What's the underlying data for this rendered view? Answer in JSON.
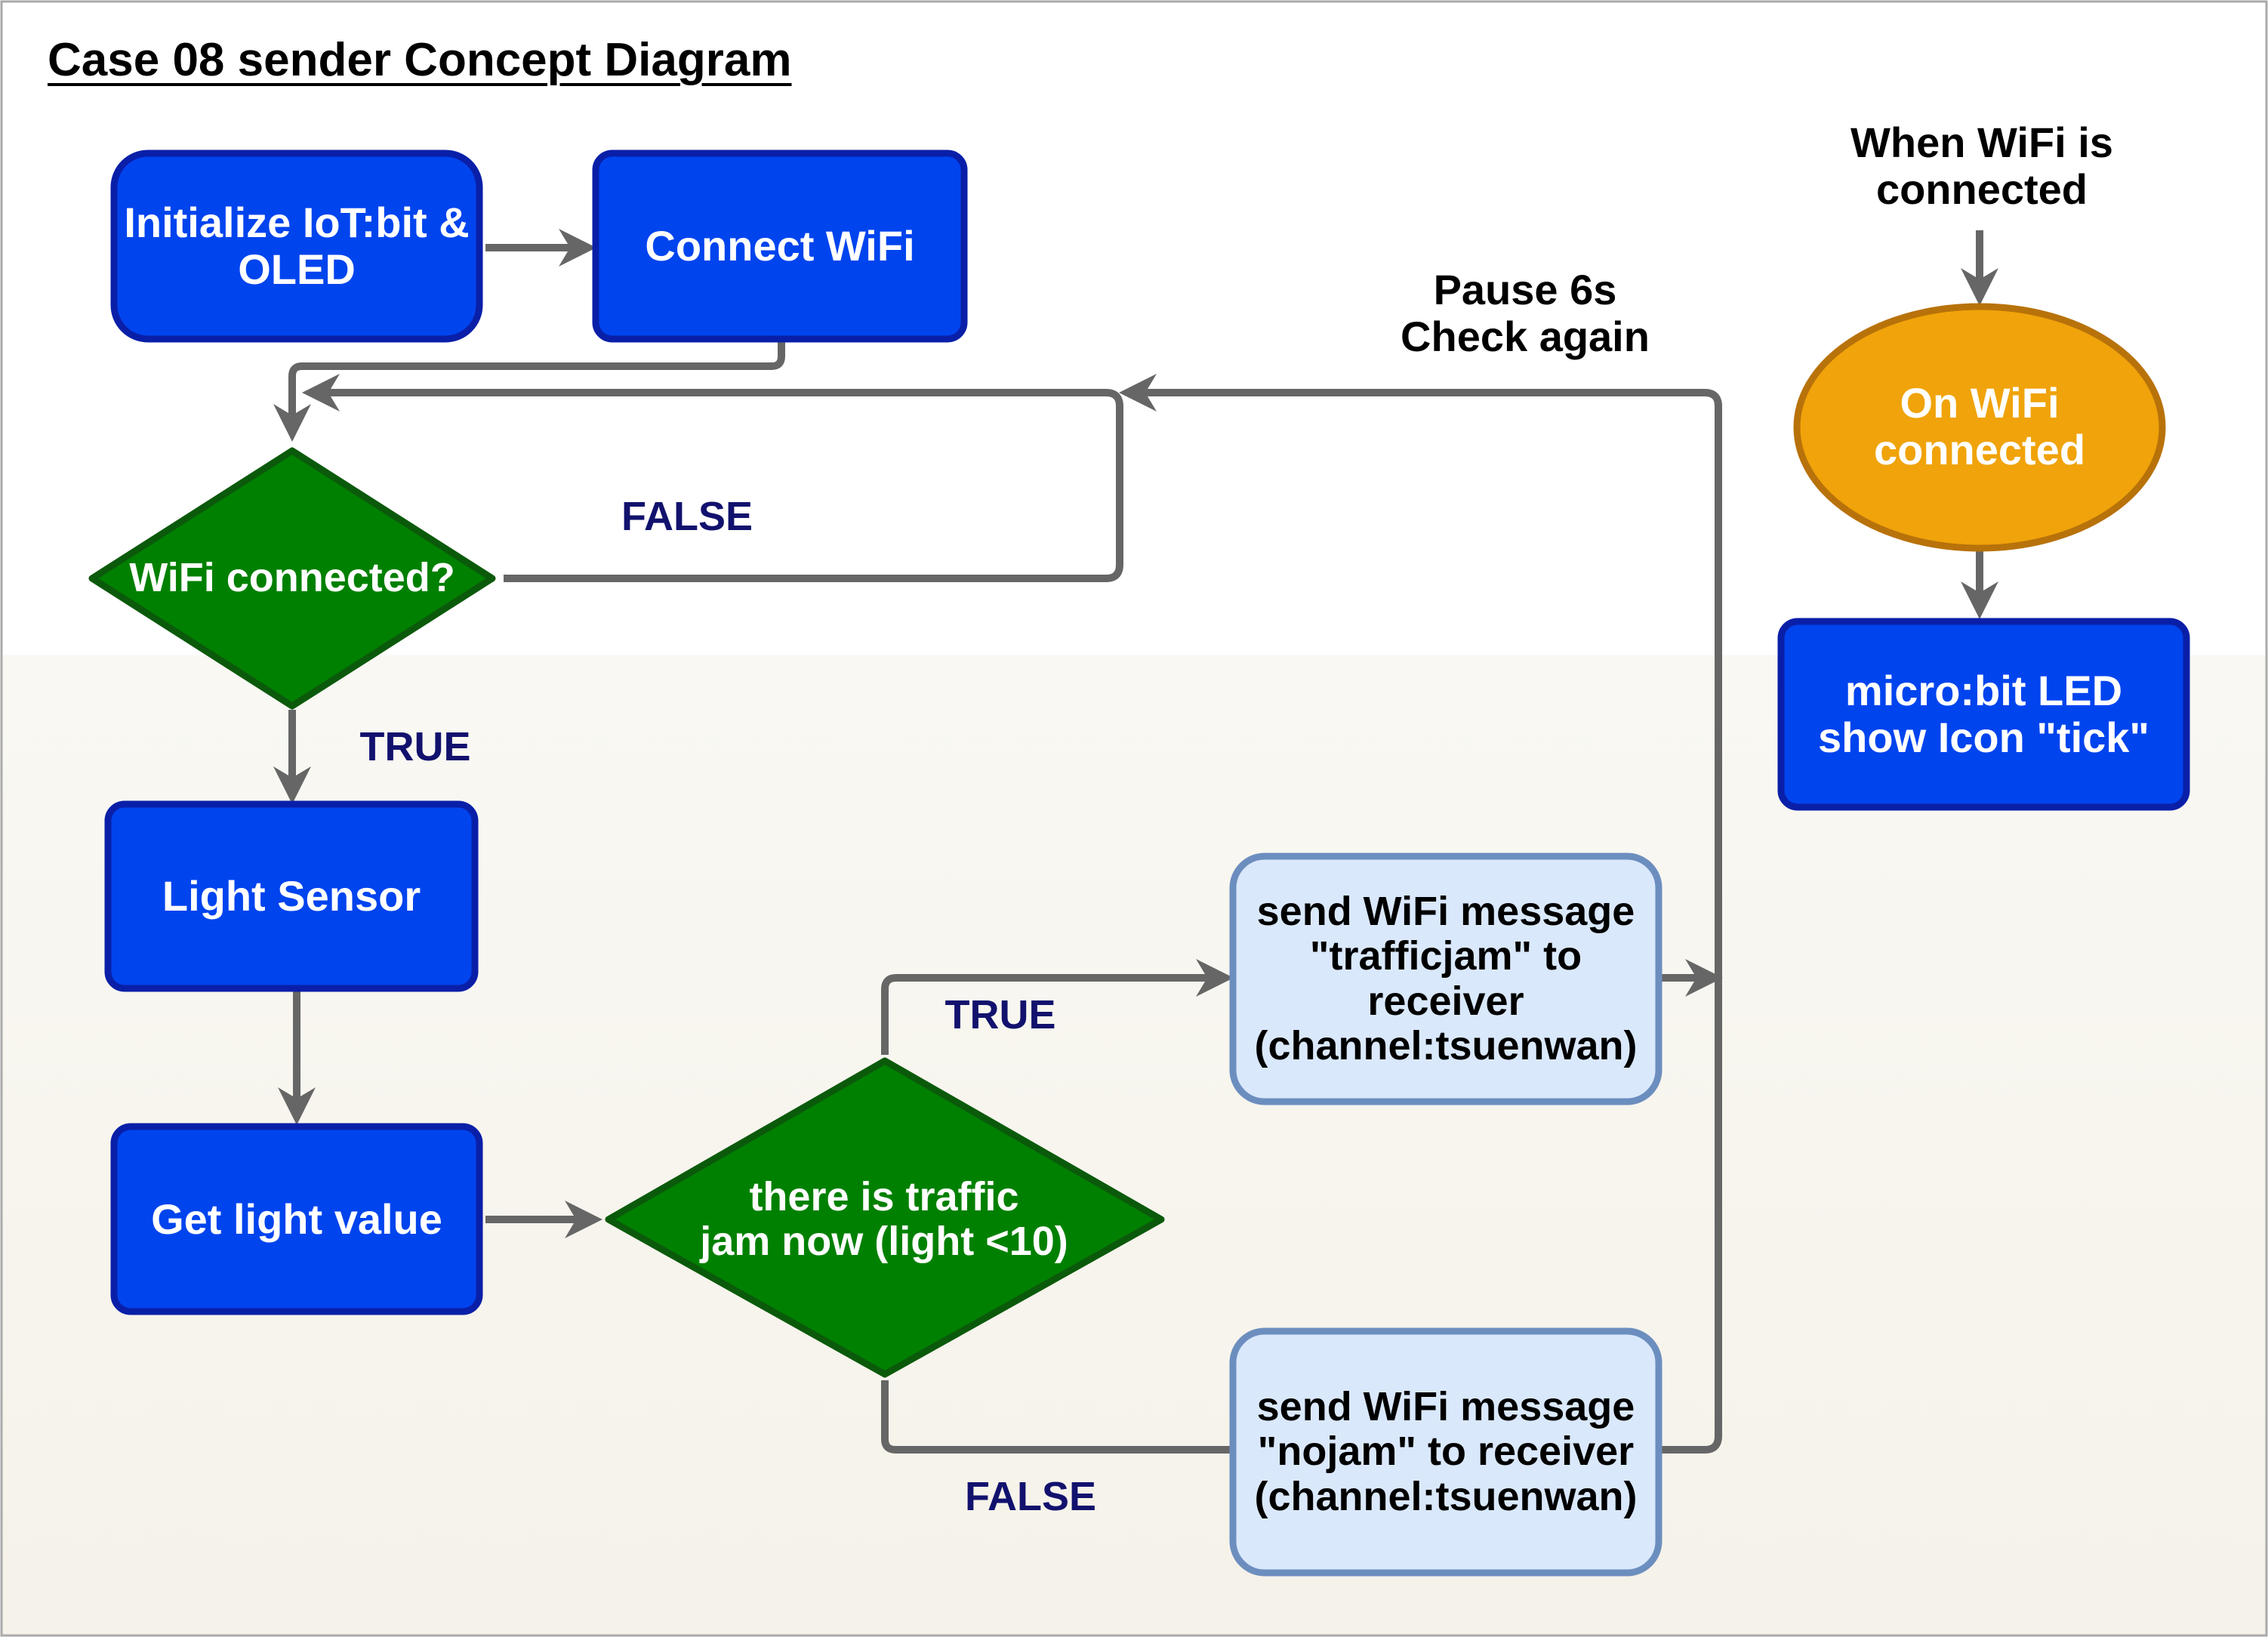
{
  "title": "Case 08 sender Concept Diagram",
  "nodes": {
    "init": "Initialize IoT:bit &\nOLED",
    "connect_wifi": "Connect WiFi",
    "wifi_check": "WiFi connected?",
    "light_sensor": "Light Sensor",
    "get_light": "Get light value",
    "traffic_check": "there is traffic\njam now (light <10)",
    "send_jam": "send WiFi message\n\"trafficjam\" to\nreceiver\n(channel:tsuenwan)",
    "send_nojam": "send WiFi message\n\"nojam\" to receiver\n(channel:tsuenwan)",
    "on_wifi": "On WiFi\nconnected",
    "led_tick": "micro:bit LED\nshow Icon \"tick\""
  },
  "edge_labels": {
    "wifi_false": "FALSE",
    "wifi_true": "TRUE",
    "traffic_true": "TRUE",
    "traffic_false": "FALSE",
    "pause": "Pause 6s\nCheck again",
    "when_wifi": "When WiFi is\nconnected"
  },
  "colors": {
    "process_fill": "#0044ee",
    "process_stroke": "#0a1fa8",
    "decision_fill": "#008000",
    "decision_stroke": "#0b5a0b",
    "message_fill": "#dae8fc",
    "message_stroke": "#6c8ebf",
    "event_fill": "#f0a30a",
    "event_stroke": "#b8720a",
    "arrow": "#666666",
    "edge_label": "#12126e"
  }
}
